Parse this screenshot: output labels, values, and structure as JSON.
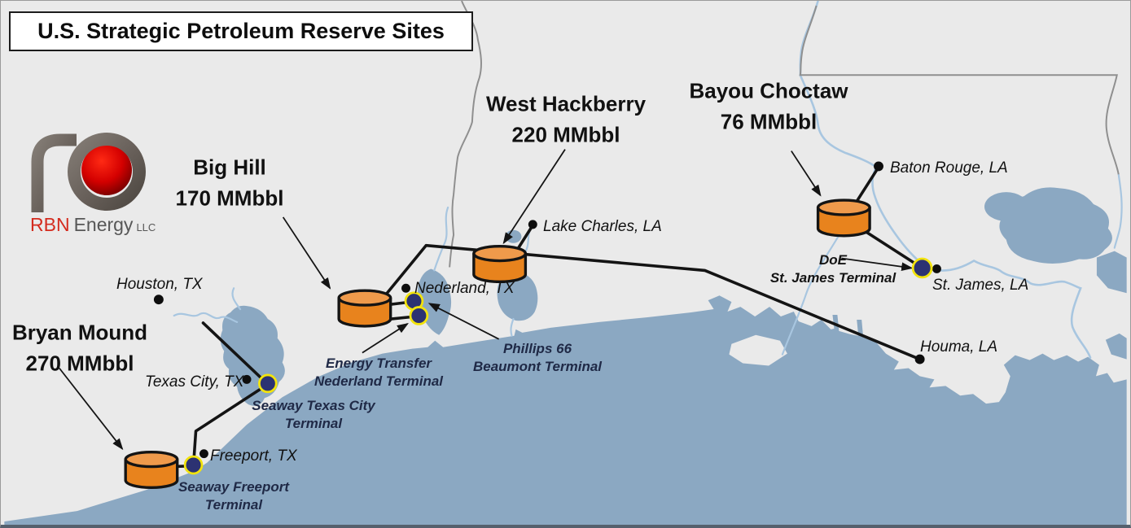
{
  "title": "U.S. Strategic Petroleum Reserve Sites",
  "logo": {
    "brand": "RBN",
    "brand2": "Energy",
    "suffix": "LLC"
  },
  "sites": [
    {
      "name": "Bryan Mound",
      "capacity": "270 MMbbl"
    },
    {
      "name": "Big Hill",
      "capacity": "170 MMbbl"
    },
    {
      "name": "West Hackberry",
      "capacity": "220 MMbbl"
    },
    {
      "name": "Bayou Choctaw",
      "capacity": "76 MMbbl"
    }
  ],
  "terminals": [
    {
      "line1": "Seaway Texas City",
      "line2": "Terminal"
    },
    {
      "line1": "Seaway Freeport",
      "line2": "Terminal"
    },
    {
      "line1": "Energy Transfer",
      "line2": "Nederland  Terminal"
    },
    {
      "line1": "Phillips 66",
      "line2": "Beaumont  Terminal"
    },
    {
      "line1": "DoE",
      "line2": "St. James Terminal"
    }
  ],
  "cities": [
    {
      "name": "Houston, TX"
    },
    {
      "name": "Texas City, TX"
    },
    {
      "name": "Freeport, TX"
    },
    {
      "name": "Nederland, TX"
    },
    {
      "name": "Lake Charles, LA"
    },
    {
      "name": "Baton Rouge, LA"
    },
    {
      "name": "St. James, LA"
    },
    {
      "name": "Houma, LA"
    }
  ],
  "colors": {
    "water": "#8BA8C2",
    "river": "#A8C6E0",
    "land": "#EAEAEA",
    "state_border": "#8F8F8F",
    "pipeline": "#141414",
    "site_marker_orange": "#E8831D",
    "site_marker_top_orange": "#EF9A4B",
    "terminal_navy": "#2C3272",
    "terminal_ring_yellow": "#F2E30C",
    "brand_red": "#D42B1E",
    "brand_gray": "#575757"
  }
}
